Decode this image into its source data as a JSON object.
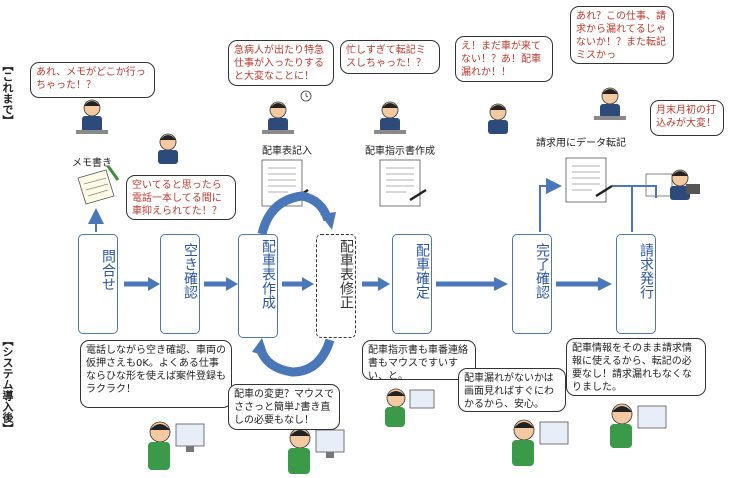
{
  "sections": {
    "before": "【これまで】",
    "after": "【システム導入後】"
  },
  "captions": {
    "memo": "メモ書き",
    "haisha_kinyu": "配車表記入",
    "shiji_sakusei": "配車指示書作成",
    "seikyu_tenki": "請求用にデータ転記"
  },
  "before_bubbles": {
    "memo_lost": "あれ、メモがどこか行っちゃった！？",
    "booked": "空いてると思ったら電話一本してる間に車抑えられてた！？",
    "sick": "急病人が出たり特急仕事が入ったりすると大変なことに！",
    "busy": "忙しすぎて転記ミスしちゃった！？",
    "no_car": "え！まだ車が来てない！？あ！配車漏れか！！",
    "billing": "あれ？この仕事、請求から漏れてるじゃないか！？また転記ミスかっ",
    "monthly": "月末月初の打込みが大変！"
  },
  "steps": [
    "問合せ",
    "空き確認",
    "配車表作成",
    "配車表修正",
    "配車確定",
    "完了確認",
    "請求発行"
  ],
  "after_bubbles": {
    "phone": "電話しながら空き確認、車両の仮押さえも0K。よくある仕事ならひな形を使えば案件登録もラクラク！",
    "change": "配車の変更？マウスでささっと簡単♪書き直しの必要もなし！",
    "instruction": "配車指示書も車番連絡書もマウスですいすい、と。",
    "check": "配車漏れがないかは画面見ればすぐにわかるから、安心。",
    "billing": "配車情報をそのまま請求情報に使えるから、転記の必要なし！請求漏れもなくなりました。"
  },
  "colors": {
    "box_border": "#4a77b8",
    "step_text": "#2b57a6",
    "arrow": "#4a77b8",
    "before_text": "#c0392b"
  },
  "icons": [
    "worker-icon",
    "memo-icon",
    "document-icon",
    "computer-user-icon",
    "clock-icon"
  ]
}
